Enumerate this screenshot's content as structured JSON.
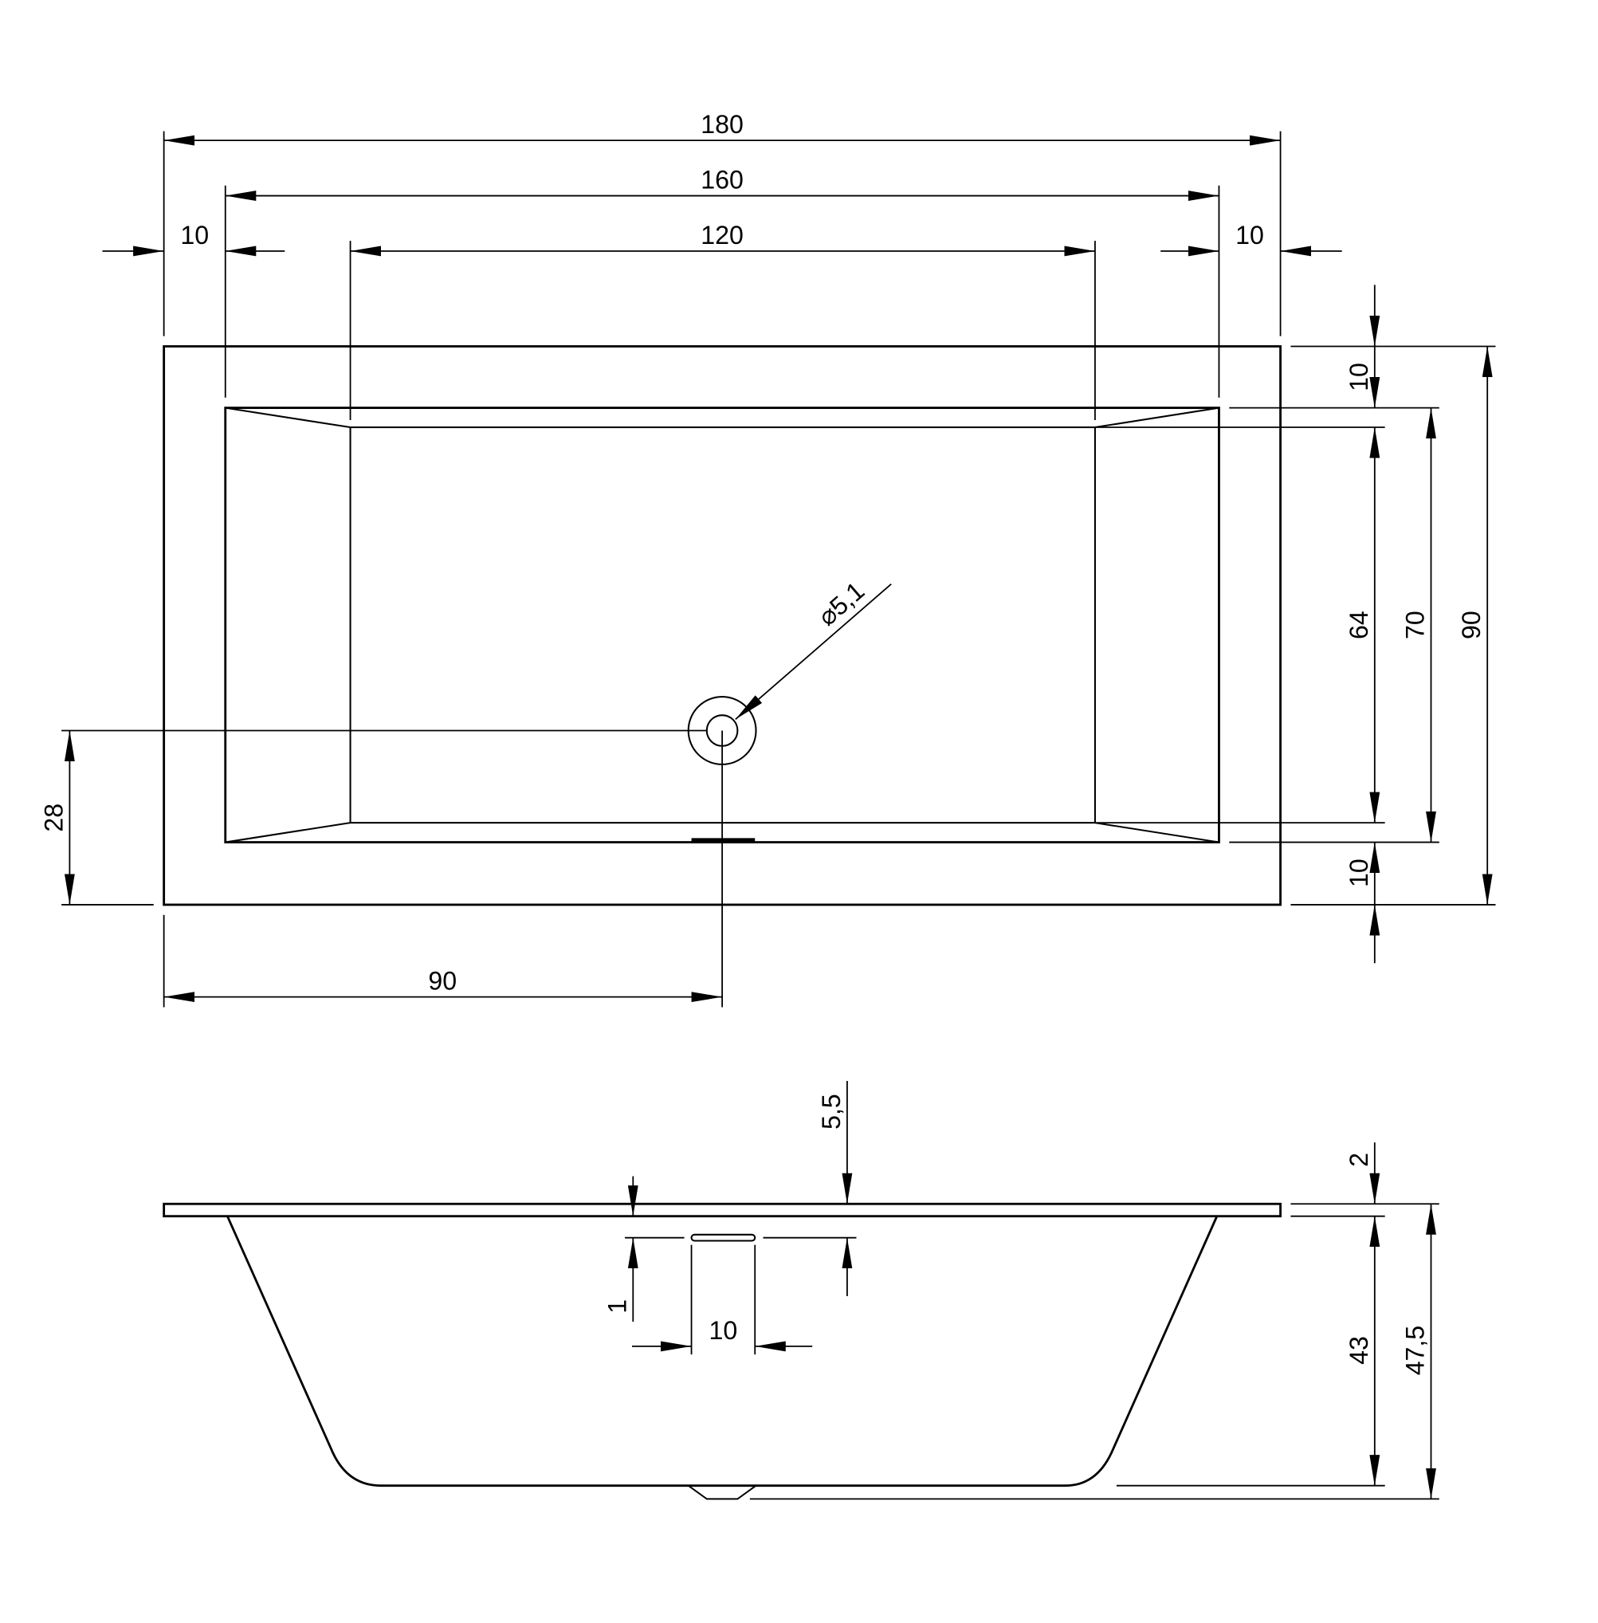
{
  "plan_view": {
    "overall_length": "180",
    "inner_length": "160",
    "basin_length": "120",
    "rim_left": "10",
    "rim_right": "10",
    "rim_top": "10",
    "rim_bottom": "10",
    "basin_width": "64",
    "inner_width": "70",
    "overall_width": "90",
    "drain_offset_y": "28",
    "drain_offset_x": "90",
    "drain_diameter": "⌀5,1"
  },
  "side_view": {
    "overflow_depth": "5,5",
    "overflow_height": "1",
    "overflow_width": "10",
    "rim_thickness": "2",
    "body_depth": "43",
    "total_height": "47,5"
  }
}
